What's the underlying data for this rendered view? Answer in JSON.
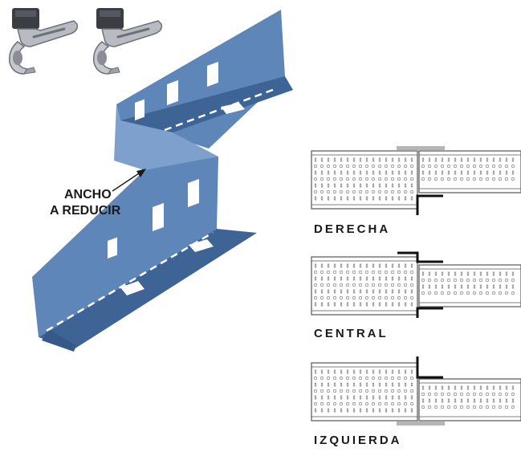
{
  "annotation": {
    "line1": "ANCHO",
    "line2": "A REDUCIR"
  },
  "configurations": [
    {
      "label": "DERECHA"
    },
    {
      "label": "CENTRAL"
    },
    {
      "label": "IZQUIERDA"
    }
  ],
  "colors": {
    "bracket": "#5f86b8",
    "bracket_dark": "#3d6495",
    "bracket_light": "#7da0cc",
    "clip_metal": "#b8bcc2",
    "clip_cap": "#3a3d42",
    "tray_stroke": "#555555",
    "joint_dark": "#111111",
    "joint_gray": "#b5b5b5"
  },
  "icons": [
    "clip-icon",
    "clip-icon",
    "reducer-bracket-icon",
    "cable-tray-icon"
  ]
}
